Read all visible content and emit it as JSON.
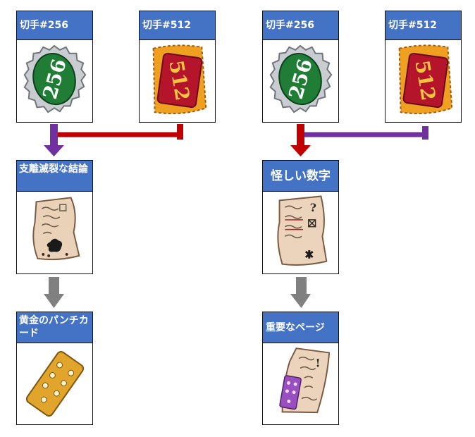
{
  "colors": {
    "header_blue": "#4472c4",
    "red": "#c00000",
    "purple": "#7030a0",
    "gray": "#808080"
  },
  "left": {
    "stamp_a": {
      "label": "切手#256",
      "icon": "stamp-256-green-icon"
    },
    "stamp_b": {
      "label": "切手#512",
      "icon": "stamp-512-red-icon"
    },
    "result": {
      "label": "支離滅裂な結論",
      "icon": "burnt-note-icon"
    },
    "final": {
      "label": "黄金のパンチカード",
      "icon": "golden-punch-card-icon"
    }
  },
  "right": {
    "stamp_a": {
      "label": "切手#256",
      "icon": "stamp-256-green-icon"
    },
    "stamp_b": {
      "label": "切手#512",
      "icon": "stamp-512-red-icon"
    },
    "result": {
      "label": "怪しい数字",
      "icon": "suspicious-note-icon"
    },
    "final": {
      "label": "重要なページ",
      "icon": "important-page-icon"
    }
  }
}
